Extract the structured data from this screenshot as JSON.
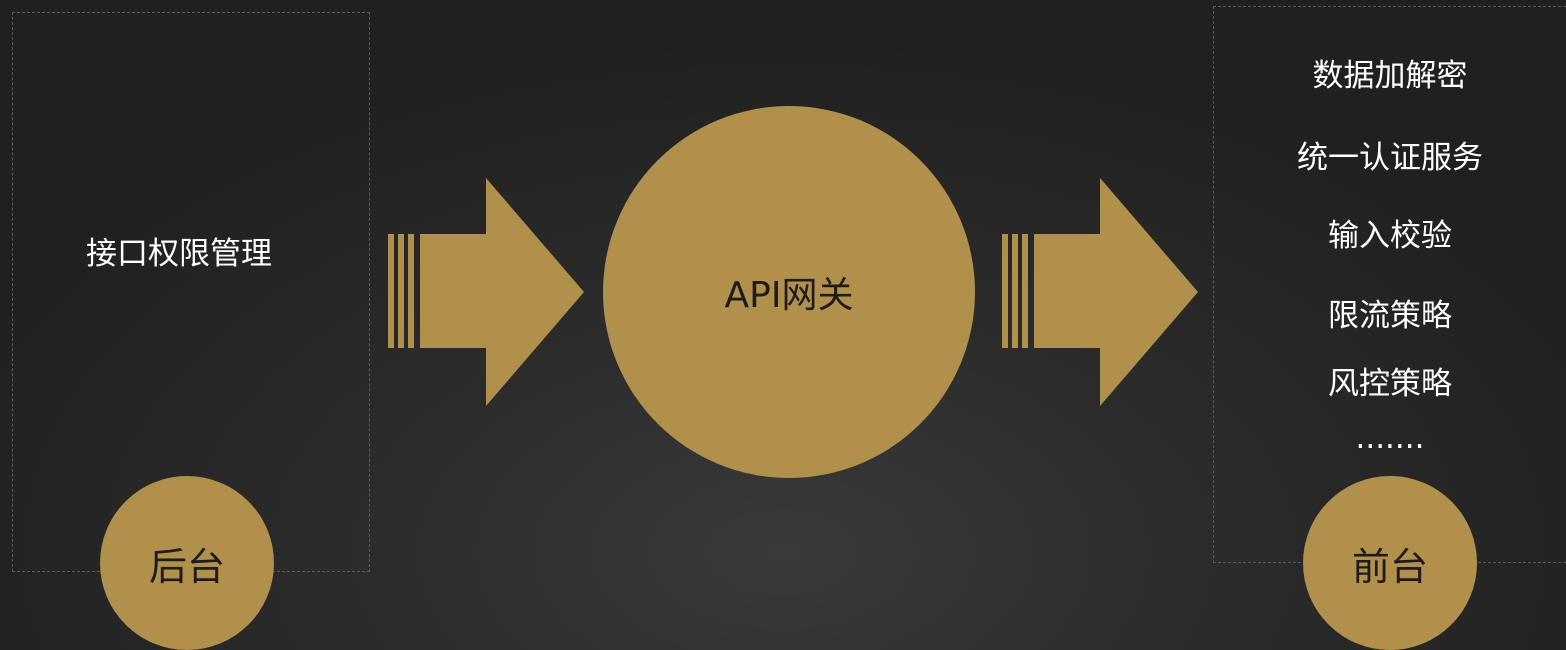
{
  "diagram": {
    "left_panel": {
      "item": "接口权限管理",
      "circle_label": "后台"
    },
    "center": {
      "circle_label": "API网关"
    },
    "right_panel": {
      "items": [
        "数据加解密",
        "统一认证服务",
        "输入校验",
        "限流策略",
        "风控策略",
        "......."
      ],
      "circle_label": "前台"
    },
    "colors": {
      "accent": "#b1904c",
      "background": "#2a2a2a",
      "text": "#ffffff"
    },
    "icons": [
      "flow-arrow-icon",
      "flow-arrow-icon"
    ]
  }
}
